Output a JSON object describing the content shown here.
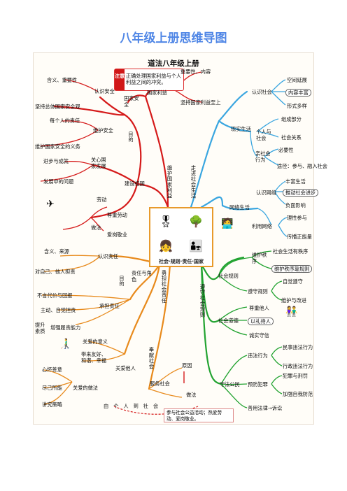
{
  "page_title": "八年级上册思维导图",
  "map_title": "道法八年级上册",
  "hub": {
    "label": "社会·规则·责任·国家",
    "icons": [
      "soldier-icon",
      "tree-planting-icon",
      "student-icon",
      "family-icon"
    ]
  },
  "branches": {
    "national_interest": "维护国家利益",
    "social_life": "走进社会生活",
    "responsibility": "勇担社会责任",
    "rules": "遵守社会规则",
    "serve": "奉献社会"
  },
  "left_top": {
    "note_tag": "注意",
    "note_text": "正确处理国家利益与个人利益之间的冲突。",
    "national_security": "国家安全",
    "understand_security": "认识安全",
    "meaning_importance": "含义、重要性",
    "overall_security": "坚持总体国家安全观",
    "maintain_security": "维护安全",
    "personal_duty": "每个人的责任",
    "security_obligation": "维护国家安全的义务",
    "purpose": "目的",
    "national_interest_node": "国家利益",
    "importance_content": "重要性、内容",
    "interest_first": "坚持国家利益至上",
    "care_development": "关心国家发展",
    "progress": "进步与成就",
    "problems": "发展中的问题",
    "build_country": "建设祖国",
    "labor": "劳动",
    "respect_labor": "尊重劳动",
    "how_to": "做法",
    "love_work": "爱岗敬业"
  },
  "left_bottom": {
    "meaning_source": "含义、来源",
    "know_responsibility": "认识责任",
    "to_self_others": "对自己、他人担责",
    "responsibility_role": "责任与角色",
    "purpose": "目的",
    "no_return": "不言代价与回报",
    "active_take": "主动、自觉担责",
    "take_responsibility": "承担责任",
    "improve_quality": "提升素质",
    "ability": "增强履责能力",
    "meaning_of_care": "关爱的意义",
    "bring_harmony": "带来友好、和谐、幸福",
    "care_others": "关爱他人",
    "kindness": "心怀善意",
    "do_best": "尽己所能",
    "caring_ways": "关爱的做法",
    "strategy": "讲究策略",
    "serve_society": "服务社会",
    "reason": "原因",
    "method": "做法",
    "from_person_to_society": "由个人到社会",
    "public_activity": "参与社会公益活动；热爱劳动、爱岗敬业。"
  },
  "right_top": {
    "know_society": "认识社会",
    "space_expand": "空间延展",
    "rich_content": "内容丰富",
    "diverse_forms": "形式多样",
    "real_life": "现实生活",
    "person_society": "个人与社会",
    "component": "组成部分",
    "social_relation": "社会关系",
    "pro_social": "亲社会行为",
    "necessity": "必要性",
    "approach": "途径：参与、融入社会",
    "rich_life": "丰富生活",
    "know_network": "认识网络",
    "promote": "推动社会进步",
    "negative": "负面影响",
    "online_life": "网络生活",
    "use_network": "利用网络",
    "rational": "理性参与",
    "positive_energy": "传播正能量"
  },
  "right_bottom": {
    "maintain_order": "维护秩序",
    "orderly": "社会生活有秩序",
    "rule_maintain": "维护秩序靠规则",
    "social_rules": "社会规则",
    "obey_rules": "遵守规则",
    "self_obey": "自觉遵守",
    "maintain_improve": "维护与改进",
    "respect_others": "尊重他人",
    "courtesy": "以礼待人",
    "moral": "社会道德",
    "honesty": "诚实守信",
    "illegal": "违法行为",
    "civil": "民事违法行为",
    "admin": "行政违法行为",
    "law_abiding": "守法公民",
    "crime_prevent": "预防犯罪",
    "crime_punish": "犯罪与刑罚",
    "self_protect": "加强自我防范",
    "use_law": "善用法律→诉讼"
  },
  "colors": {
    "red": "#d51a1a",
    "orange": "#e88a1c",
    "blue": "#3aa6e0",
    "green": "#22a331",
    "title_blue": "#4f86e6"
  }
}
